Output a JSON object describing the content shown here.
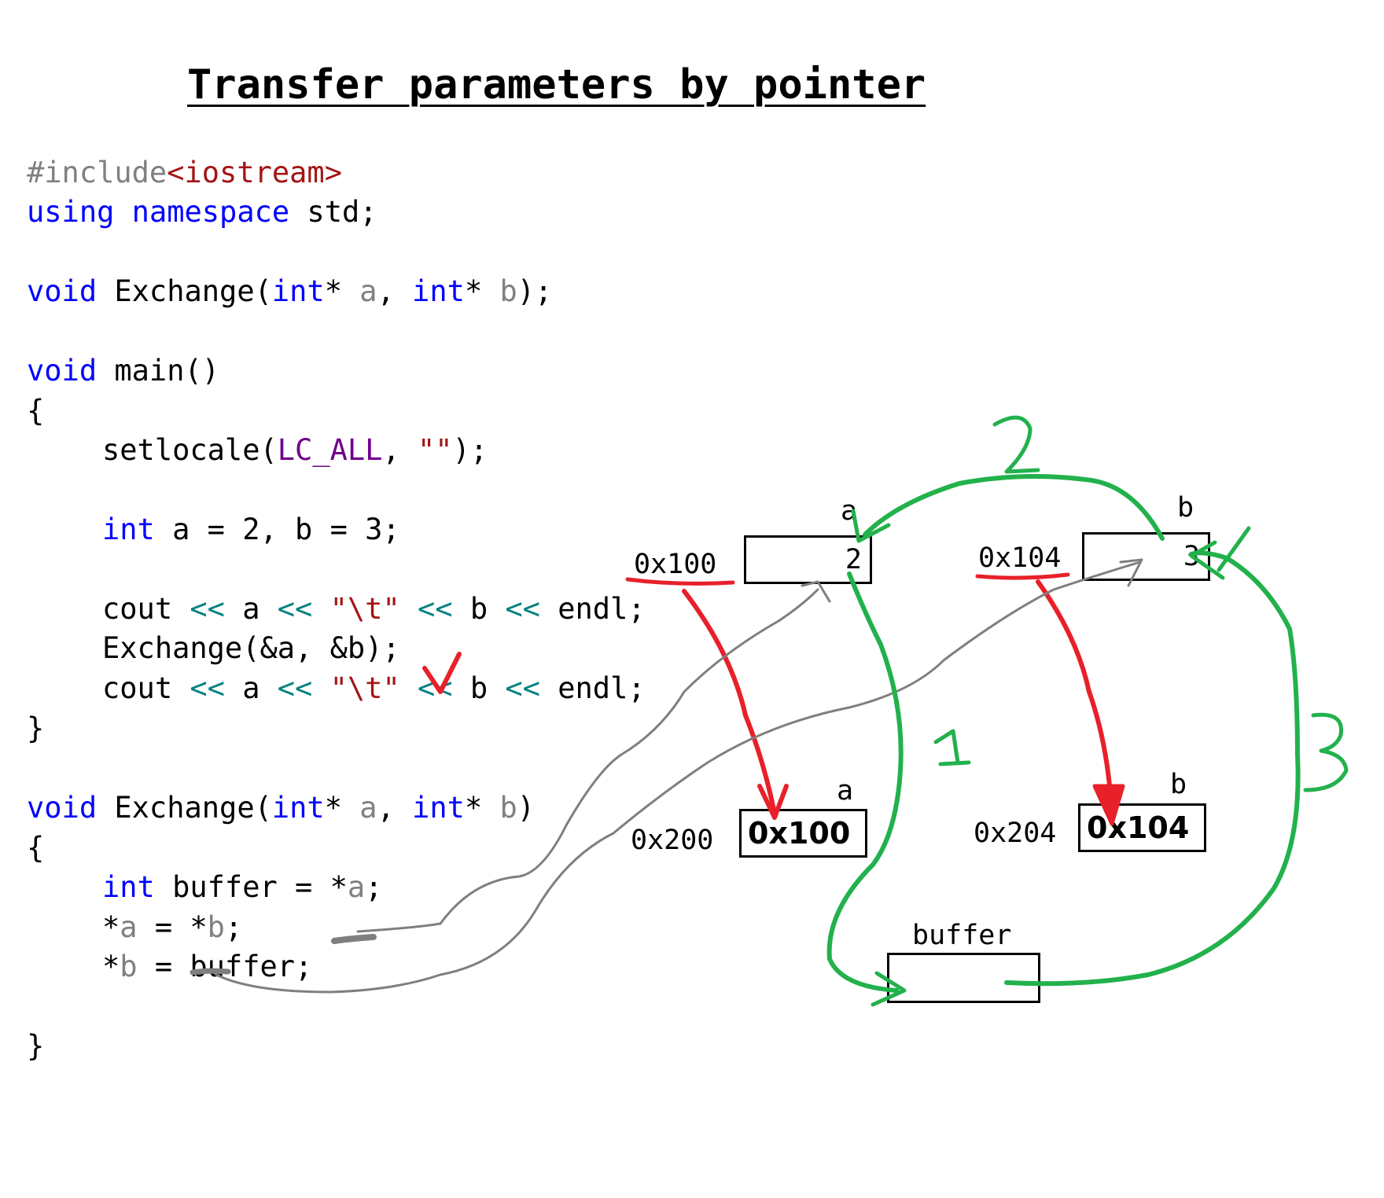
{
  "title": "Transfer parameters by pointer",
  "code": {
    "include": "#include",
    "include_file": "<iostream>",
    "using": "using",
    "namespace": "namespace",
    "std": " std;",
    "void": "void",
    "int": "int",
    "exchange_name": " Exchange(",
    "ptr": "* ",
    "param_a": "a",
    "param_b": "b",
    "comma": ", ",
    "proto_end": ");",
    "main_sig": " main()",
    "open_brace": "{",
    "close_brace": "}",
    "setlocale": "setlocale(",
    "lc_all": "LC_ALL",
    "empty_str": "\"\"",
    "call_end": ");",
    "int_decl": " a = 2, b = 3;",
    "cout": "cout",
    "shl": "<<",
    "var_a": " a ",
    "var_b": " b ",
    "tab_str": "\"\\t\"",
    "endl": " endl;",
    "exchange_call": "Exchange(&a, &b);",
    "def_end": ")",
    "buffer_decl": " buffer = *",
    "semi": ";",
    "star": "*",
    "assign": " = *",
    "assign_buffer": " = buffer;",
    "sp": " "
  },
  "diagram": {
    "top_a": {
      "name": "a",
      "address": "0x100",
      "value": "2"
    },
    "top_b": {
      "name": "b",
      "address": "0x104",
      "value": "3"
    },
    "ptr_a": {
      "name": "a",
      "address": "0x200",
      "value": "0x100"
    },
    "ptr_b": {
      "name": "b",
      "address": "0x204",
      "value": "0x104"
    },
    "buffer": {
      "name": "buffer"
    },
    "steps": [
      "1",
      "2",
      "3"
    ]
  },
  "colors": {
    "keyword": "#0000ff",
    "preprocessor": "#808080",
    "string": "#a31515",
    "macro": "#6f008a",
    "operator": "#008080",
    "red_arrow": "#e8202a",
    "green_arrow": "#22b14c",
    "gray_arrow": "#7f7f7f"
  }
}
